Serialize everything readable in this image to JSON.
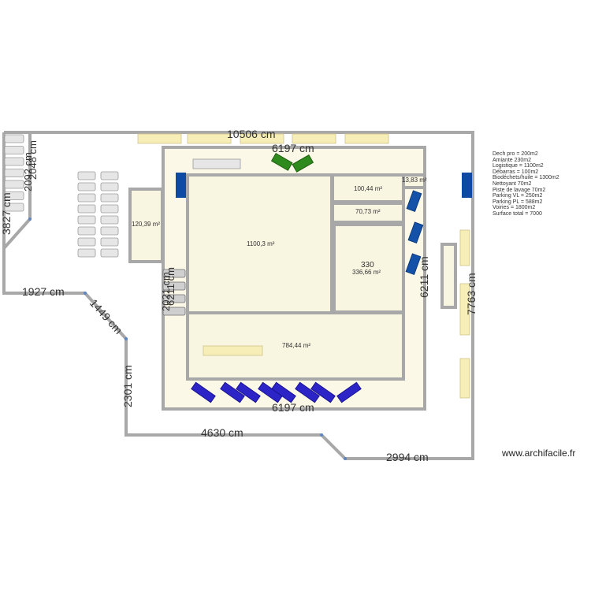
{
  "dimensions": {
    "top_total": "10506 cm",
    "building_top": "6197 cm",
    "building_bottom": "6197 cm",
    "left_upper": "2092 cm",
    "left_upper_b": "2048 cm",
    "left_mid": "3827 cm",
    "left_lower": "1927 cm",
    "diagonal_left": "1449 cm",
    "vertical_lower": "2301 cm",
    "bottom_mid": "4630 cm",
    "bottom_right": "2994 cm",
    "building_left": "2021 cm",
    "building_left_b": "6211 cm",
    "building_right": "6211 cm",
    "outer_right": "7763 cm"
  },
  "rooms": {
    "main": "1100,3 m²",
    "room_a": "100,44 m²",
    "room_b": "70,73 m²",
    "room_c_label": "330",
    "room_c": "336,66 m²",
    "room_d": "13,83 m²",
    "lower": "784,44 m²",
    "side": "120,39 m²"
  },
  "legend": [
    "Dech pro = 200m2",
    "Amiante 230m2",
    "Logistique = 1100m2",
    "Débarras = 100m2",
    "Biodéchets/huile = 1300m2",
    "Nettoyant 70m2",
    "Piste de lavage 70m2",
    "Parking VL = 250m2",
    "Parking PL = 588m2",
    "Voiries = 1800m2",
    "Surface total = 7000"
  ],
  "watermark": "www.archifacile.fr",
  "colors": {
    "wall": "#a8a8a8",
    "room_fill": "#f8f5e1",
    "truck_green": "#2f8a1d",
    "truck_blue": "#2d24c8",
    "truck_navy": "#1451a8",
    "marker_blue": "#0d4aa3"
  }
}
